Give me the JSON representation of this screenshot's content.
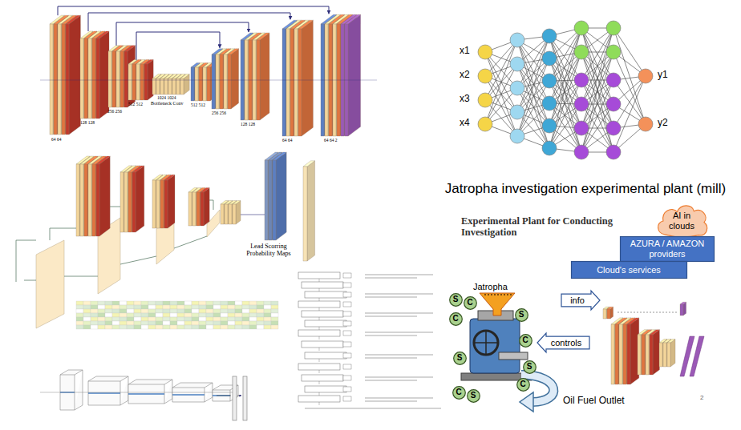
{
  "diagram": {
    "title": "Jatropha investigation experimental plant (mill)",
    "nodes": [
      {
        "text": [
          "AI in clouds"
        ]
      },
      {
        "text": [
          "AZURA / AMAZON providers"
        ]
      },
      {
        "text": [
          "Cloud's services"
        ]
      },
      {
        "text": [
          "S"
        ]
      },
      {
        "text": [
          "C"
        ]
      },
      {
        "text": [
          "C"
        ]
      },
      {
        "text": [
          "S"
        ]
      },
      {
        "text": [
          "C"
        ]
      },
      {
        "text": [
          "S"
        ]
      },
      {
        "text": [
          "C"
        ]
      },
      {
        "text": [
          "S"
        ]
      },
      {
        "text": [
          "C"
        ]
      },
      {
        "text": [
          "S"
        ]
      },
      {
        "text": [
          "info"
        ]
      },
      {
        "text": [
          "controls"
        ]
      }
    ],
    "labels": [
      "Bottleneck Conv",
      "64 64",
      "128 128",
      "256 256",
      "512 512",
      "1024 1024",
      "512 512",
      "256 256",
      "128 128",
      "64 64",
      "64 64 2",
      "x1",
      "x2",
      "x3",
      "x4",
      "y1",
      "y2",
      "Lead Scorring Probability Maps",
      "Experimental Plant for Conducting Investigation",
      "Jatropha",
      "Oil Fuel Outlet",
      "2"
    ]
  }
}
